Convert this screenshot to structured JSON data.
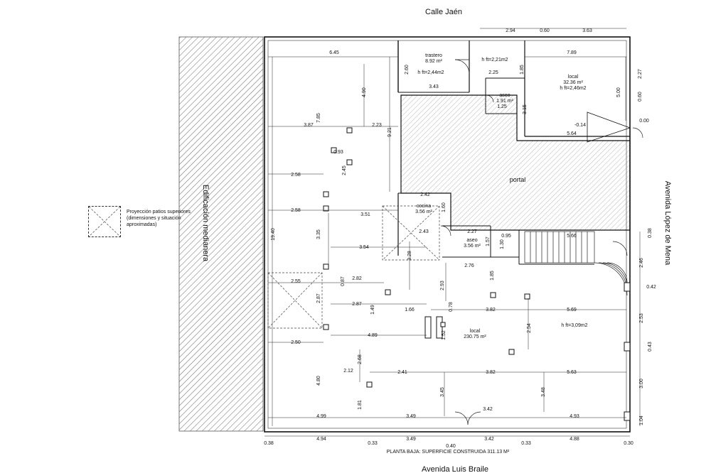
{
  "streets": {
    "top": "Calle Jaén",
    "right": "Avenida López de Mena",
    "bottom": "Avenida Luis Braile",
    "left": "Edificación medianera"
  },
  "caption": "PLANTA BAJA: SUPERFICIE CONSTRUIDA 311.13 M²",
  "legend": {
    "text_line1": "Proyección patios superiores",
    "text_line2": "(dimensiones y situación",
    "text_line3": "aproximadas)"
  },
  "rooms": {
    "trastero": {
      "name": "trastero",
      "area": "8.92 m²",
      "height": "h ft=2,44m2"
    },
    "local_small": {
      "name": "local",
      "area": "32.36 m²",
      "height": "h ft=2,46m2"
    },
    "aseo1": {
      "name": "aseo",
      "area": "1.91 m²"
    },
    "portal": {
      "name": "portal"
    },
    "cocina": {
      "name": "cocina",
      "area": "3.56 m²"
    },
    "aseo2": {
      "name": "aseo",
      "area": "3.56 m²"
    },
    "local_big": {
      "name": "local",
      "area": "230.75 m²",
      "height": "h ft=3,09m2"
    },
    "h_mid": "h ft=2,21m2"
  },
  "dims": {
    "top_294": "2.94",
    "top_060": "0.60",
    "top_363": "3.63",
    "d645": "6.45",
    "d789": "7.89",
    "d260": "2.60",
    "d225": "2.25",
    "d185a": "1.85",
    "d227": "2.27",
    "d060b": "0.60",
    "d343": "3.43",
    "d490": "4.90",
    "d315": "3.15",
    "d500": "5.00",
    "d125": "1.25",
    "d014": "-0.14",
    "d000": "0.00",
    "d564": "5.64",
    "d387": "3.87",
    "d785": "7.85",
    "d223": "2.23",
    "d921": "9.21",
    "d093": "0.93",
    "d245": "2.45",
    "d258a": "2.58",
    "d258b": "2.58",
    "d351": "3.51",
    "d242": "2.42",
    "d160": "1.60",
    "d243": "2.43",
    "d227b": "2.27",
    "d157": "1.57",
    "d095": "0.95",
    "d566": "5.66",
    "d038r": "0.38",
    "d1940": "19.40",
    "d335": "3.35",
    "d354": "3.54",
    "d328": "3.28",
    "d130": "1.30",
    "d276": "2.76",
    "d246": "2.46",
    "d185b": "1.85",
    "d255": "2.55",
    "d087": "0.87",
    "d282": "2.82",
    "d293": "2.93",
    "d042": "0.42",
    "d287b": "2.87",
    "d287": "2.87",
    "d149": "1.49",
    "d166": "1.66",
    "d078": "0.78",
    "d382a": "3.82",
    "d569": "5.69",
    "d253": "2.53",
    "d254": "2.54",
    "d152": "1.52",
    "d489": "4.89",
    "d250": "2.50",
    "d043": "0.43",
    "d268": "2.68",
    "d212": "2.12",
    "d241": "2.41",
    "d382b": "3.82",
    "d563": "5.63",
    "d480": "4.80",
    "d345": "3.45",
    "d348": "3.48",
    "d300": "3.00",
    "d181": "1.81",
    "d342": "3.42",
    "d499": "4.99",
    "d349a": "3.49",
    "d493": "4.93",
    "d104": "1.04",
    "b038": "0.38",
    "b494": "4.94",
    "b033": "0.33",
    "b349": "3.49",
    "b342": "3.42",
    "b488": "4.88",
    "b030": "0.30",
    "b040": "0.40"
  }
}
